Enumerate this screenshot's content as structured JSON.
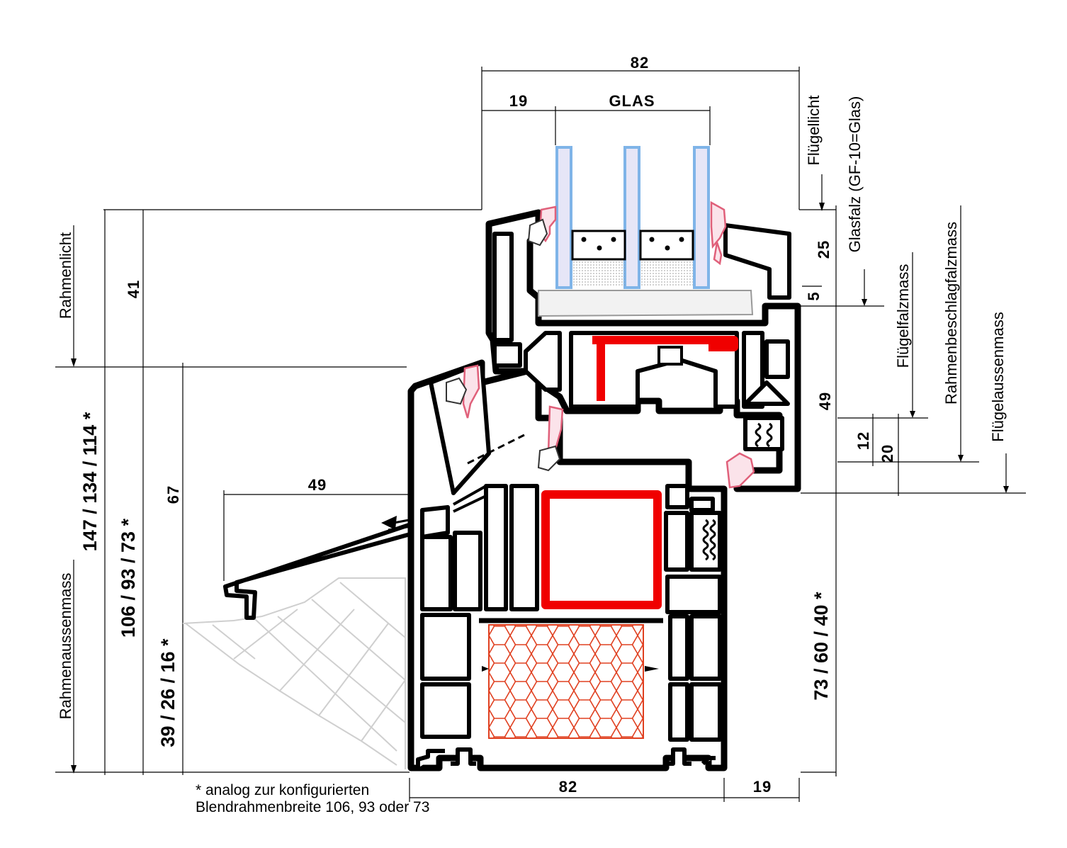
{
  "dimensions": {
    "top_total": "82",
    "top_19": "19",
    "glas": "GLAS",
    "d41": "41",
    "d67": "67",
    "d49_sill": "49",
    "d25": "25",
    "d5": "5",
    "d49_right": "49",
    "d12": "12",
    "d20": "20",
    "bottom_82": "82",
    "bottom_19": "19",
    "frame_outer": "147 / 134 / 114 *",
    "frame_width": "106 / 93 / 73 *",
    "sill_height": "39 / 26 / 16 *",
    "right_lower": "73 / 60 / 40 *"
  },
  "side_labels": {
    "rahmenlicht": "Rahmenlicht",
    "rahmenaussenmass": "Rahmenaussenmass",
    "fluegellicht": "Flügellicht",
    "glasfalz": "Glasfalz (GF-10=Glas)",
    "fluegelfalzmass": "Flügelfalzmass",
    "rahmenbeschlagfalzmass": "Rahmenbeschlagfalzmass",
    "fluegelaussenmass": "Flügelaussenmass"
  },
  "footnote": {
    "line1": "* analog zur konfigurierten",
    "line2": "Blendrahmenbreite 106, 93 oder 73"
  },
  "colors": {
    "steel_reinforcement": "#f00000",
    "glass_edge": "#7fb4e8",
    "gasket": "#e0607a",
    "insulation": "#e04020"
  }
}
